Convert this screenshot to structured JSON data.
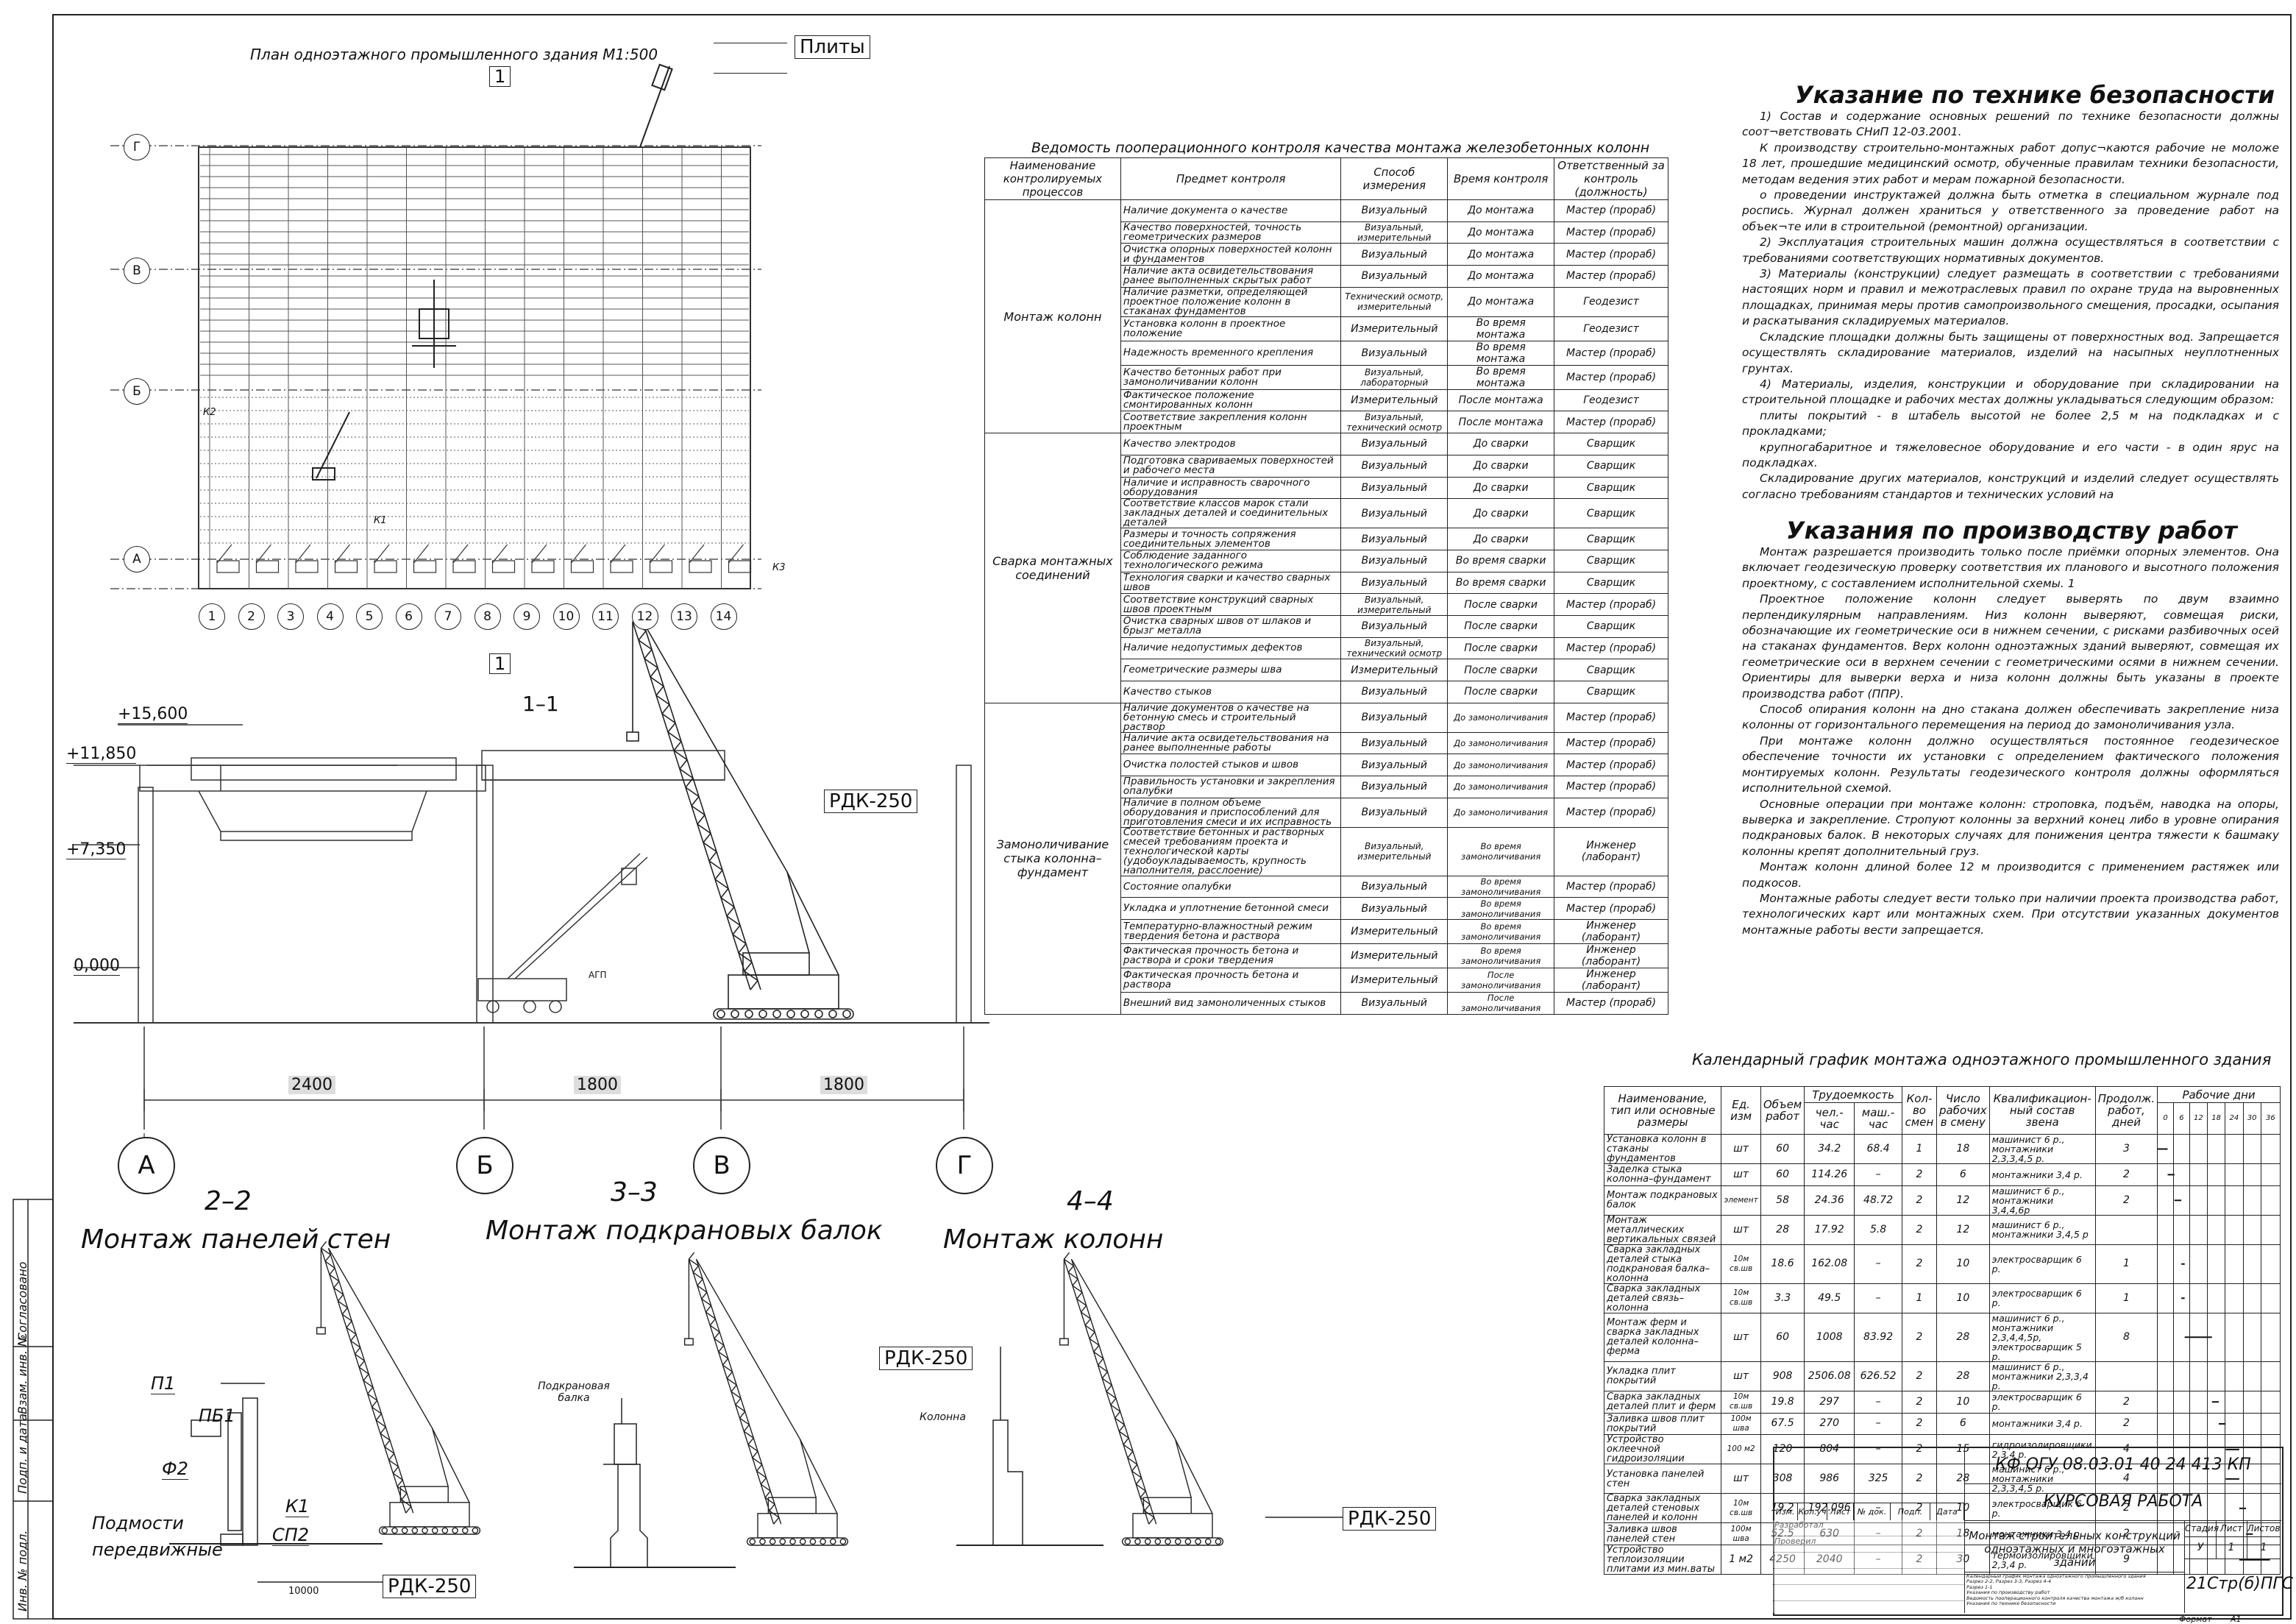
{
  "plan": {
    "title": "План одноэтажного промышленного здания М1:500",
    "section_mark": "1",
    "slabs_label": "Плиты",
    "axes_letters": [
      "Г",
      "В",
      "Б",
      "А"
    ],
    "axes_numbers": [
      "1",
      "2",
      "3",
      "4",
      "5",
      "6",
      "7",
      "8",
      "9",
      "10",
      "11",
      "12",
      "13",
      "14"
    ],
    "marks": {
      "k1": "К1",
      "k2": "К2",
      "k3": "К3"
    }
  },
  "section_1_1": {
    "title": "1–1",
    "elevations": [
      "+15,600",
      "+11,850",
      "+7,350",
      "0,000"
    ],
    "crane_label": "РДК-250",
    "agp_label": "АГП",
    "spans": [
      "2400",
      "1800",
      "1800"
    ],
    "axes": [
      "А",
      "Б",
      "В",
      "Г"
    ]
  },
  "section_2_2": {
    "number": "2–2",
    "title": "Монтаж панелей стен",
    "labels": {
      "p1": "П1",
      "pb1": "ПБ1",
      "f2": "Ф2",
      "scaffold": "Подмости передвижные",
      "k1": "К1",
      "sp2": "СП2",
      "dim": "10000"
    },
    "crane_label": "РДК-250"
  },
  "section_3_3": {
    "number": "3–3",
    "title": "Монтаж подкрановых балок",
    "beam_label": "Подкрановая балка",
    "crane_label": "РДК-250"
  },
  "section_4_4": {
    "number": "4–4",
    "title": "Монтаж колонн",
    "column_label": "Колонна",
    "crane_label": "РДК-250"
  },
  "quality_table": {
    "title": "Ведомость пооперационного контроля качества монтажа железобетонных колонн",
    "headers": [
      "Наименование контролируемых процессов",
      "Предмет контроля",
      "Способ измерения",
      "Время контроля",
      "Ответственный за контроль (должность)"
    ],
    "groups": [
      {
        "process": "Монтаж колонн",
        "rows": [
          [
            "Наличие документа о качестве",
            "Визуальный",
            "До монтажа",
            "Мастер (прораб)"
          ],
          [
            "Качество поверхностей, точность геометрических размеров",
            "Визуальный, измерительный",
            "До монтажа",
            "Мастер (прораб)"
          ],
          [
            "Очистка опорных поверхностей колонн и фундаментов",
            "Визуальный",
            "До монтажа",
            "Мастер (прораб)"
          ],
          [
            "Наличие акта освидетельствования ранее выполненных скрытых работ",
            "Визуальный",
            "До монтажа",
            "Мастер (прораб)"
          ],
          [
            "Наличие разметки, определяющей проектное положение колонн в стаканах фундаментов",
            "Технический осмотр, измерительный",
            "До монтажа",
            "Геодезист"
          ],
          [
            "Установка колонн в проектное положение",
            "Измерительный",
            "Во время монтажа",
            "Геодезист"
          ],
          [
            "Надежность временного крепления",
            "Визуальный",
            "Во время монтажа",
            "Мастер (прораб)"
          ],
          [
            "Качество бетонных работ при замоноличивании колонн",
            "Визуальный, лабораторный",
            "Во время монтажа",
            "Мастер (прораб)"
          ],
          [
            "Фактическое положение смонтированных колонн",
            "Измерительный",
            "После монтажа",
            "Геодезист"
          ],
          [
            "Соответствие закрепления колонн проектным",
            "Визуальный, технический осмотр",
            "После монтажа",
            "Мастер (прораб)"
          ]
        ]
      },
      {
        "process": "Сварка монтажных соединений",
        "rows": [
          [
            "Качество электродов",
            "Визуальный",
            "До сварки",
            "Сварщик"
          ],
          [
            "Подготовка свариваемых поверхностей и рабочего места",
            "Визуальный",
            "До сварки",
            "Сварщик"
          ],
          [
            "Наличие и исправность сварочного оборудования",
            "Визуальный",
            "До сварки",
            "Сварщик"
          ],
          [
            "Соответствие классов марок стали закладных деталей и соединительных деталей",
            "Визуальный",
            "До сварки",
            "Сварщик"
          ],
          [
            "Размеры и точность сопряжения соединительных элементов",
            "Визуальный",
            "До сварки",
            "Сварщик"
          ],
          [
            "Соблюдение заданного технологического режима",
            "Визуальный",
            "Во время сварки",
            "Сварщик"
          ],
          [
            "Технология сварки и качество сварных швов",
            "Визуальный",
            "Во время сварки",
            "Сварщик"
          ],
          [
            "Соответствие конструкций сварных швов проектным",
            "Визуальный, измерительный",
            "После сварки",
            "Мастер (прораб)"
          ],
          [
            "Очистка сварных швов от шлаков и брызг металла",
            "Визуальный",
            "После сварки",
            "Сварщик"
          ],
          [
            "Наличие недопустимых дефектов",
            "Визуальный, технический осмотр",
            "После сварки",
            "Мастер (прораб)"
          ],
          [
            "Геометрические размеры шва",
            "Измерительный",
            "После сварки",
            "Сварщик"
          ],
          [
            "Качество стыков",
            "Визуальный",
            "После сварки",
            "Сварщик"
          ]
        ]
      },
      {
        "process": "Замоноличивание стыка колонна–фундамент",
        "rows": [
          [
            "Наличие документов о качестве на бетонную смесь и строительный раствор",
            "Визуальный",
            "До замоноличивания",
            "Мастер (прораб)"
          ],
          [
            "Наличие акта освидетельствования на ранее выполненные работы",
            "Визуальный",
            "До замоноличивания",
            "Мастер (прораб)"
          ],
          [
            "Очистка полостей стыков и швов",
            "Визуальный",
            "До замоноличивания",
            "Мастер (прораб)"
          ],
          [
            "Правильность установки и закрепления опалубки",
            "Визуальный",
            "До замоноличивания",
            "Мастер (прораб)"
          ],
          [
            "Наличие в полном объеме оборудования и приспособлений для приготовления смеси и их исправность",
            "Визуальный",
            "До замоноличивания",
            "Мастер (прораб)"
          ],
          [
            "Соответствие бетонных и растворных смесей требованиям проекта и технологической карты (удобоукладываемость, крупность наполнителя, расслоение)",
            "Визуальный, измерительный",
            "Во время замоноличивания",
            "Инженер (лаборант)"
          ],
          [
            "Состояние опалубки",
            "Визуальный",
            "Во время замоноличивания",
            "Мастер (прораб)"
          ],
          [
            "Укладка и уплотнение бетонной смеси",
            "Визуальный",
            "Во время замоноличивания",
            "Мастер (прораб)"
          ],
          [
            "Температурно-влажностный режим твердения бетона и раствора",
            "Измерительный",
            "Во время замоноличивания",
            "Инженер (лаборант)"
          ],
          [
            "Фактическая прочность бетона и раствора и сроки твердения",
            "Измерительный",
            "Во время замоноличивания",
            "Инженер (лаборант)"
          ],
          [
            "Фактическая прочность бетона и раствора",
            "Измерительный",
            "После замоноличивания",
            "Инженер (лаборант)"
          ],
          [
            "Внешний вид замоноличенных стыков",
            "Визуальный",
            "После замоноличивания",
            "Мастер (прораб)"
          ]
        ]
      }
    ]
  },
  "safety": {
    "title": "Указание по технике безопасности",
    "paragraphs": [
      "1) Состав и содержание основных решений по технике безопасности должны соот¬ветствовать СНиП 12-03.2001.",
      "К производству строительно-монтажных работ допус¬каются рабочие не моложе 18 лет, прошедшие медицинский осмотр, обученные правилам техники безопасности, методам ведения этих работ и мерам пожарной безопасности.",
      "о проведении инструктажей должна быть отметка в специальном журнале под роспись. Журнал должен храниться у ответственного за проведение работ на объек¬те или в строительной (ремонтной) организации.",
      "2) Эксплуатация строительных машин должна осуществляться в соответствии с требованиями соответствующих нормативных документов.",
      "3) Материалы (конструкции) следует размещать в соответствии с требованиями настоящих норм и правил и межотраслевых правил по охране труда на выровненных площадках, принимая меры против самопроизвольного смещения, просадки, осыпания и раскатывания складируемых материалов.",
      "Складские площадки должны быть защищены от поверхностных вод. Запрещается осуществлять складирование материалов, изделий на насыпных неуплотненных грунтах.",
      "4) Материалы, изделия, конструкции и оборудование при складировании на строительной площадке и рабочих местах должны укладываться следующим образом:",
      "плиты покрытий - в штабель высотой не более 2,5 м на подкладках и с прокладками;",
      "крупногабаритное и тяжеловесное оборудование и его части - в один ярус на подкладках.",
      "Складирование других материалов, конструкций и изделий следует осуществлять согласно требованиям стандартов и технических условий на"
    ]
  },
  "production": {
    "title": "Указания по производству работ",
    "paragraphs": [
      "Монтаж разрешается производить только после приёмки опорных элементов. Она включает геодезическую проверку соответствия их планового и высотного положения проектному, с составлением исполнительной схемы. 1",
      "Проектное положение колонн следует выверять по двум взаимно перпендикулярным направлениям. Низ колонн выверяют, совмещая риски, обозначающие их геометрические оси в нижнем сечении, с рисками разбивочных осей на стаканах фундаментов. Верх колонн одноэтажных зданий выверяют, совмещая их геометрические оси в верхнем сечении с геометрическими осями в нижнем сечении. Ориентиры для выверки верха и низа колонн должны быть указаны в проекте производства работ (ППР).",
      "Способ опирания колонн на дно стакана должен обеспечивать закрепление низа колонны от горизонтального перемещения на период до замоноличивания узла.",
      "При монтаже колонн должно осуществляться постоянное геодезическое обеспечение точности их установки с определением фактического положения монтируемых колонн. Результаты геодезического контроля должны оформляться исполнительной схемой.",
      "Основные операции при монтаже колонн: строповка, подъём, наводка на опоры, выверка и закрепление. Стропуют колонны за верхний конец либо в уровне опирания подкрановых балок. В некоторых случаях для понижения центра тяжести к башмаку колонны крепят дополнительный груз.",
      "Монтаж колонн длиной более 12 м производится с применением растяжек или подкосов.",
      "Монтажные работы следует вести только при наличии проекта производства работ, технологических карт или монтажных схем. При отсутствии указанных документов монтажные работы вести запрещается."
    ]
  },
  "schedule": {
    "title": "Календарный график монтажа одноэтажного промышленного здания",
    "headers": {
      "name": "Наименование, тип или основные размеры",
      "unit": "Ед. изм",
      "volume": "Объем работ",
      "labor": "Трудоемкость",
      "labor_man": "чел.-час",
      "labor_mach": "маш.-час",
      "shifts": "Кол-во смен",
      "workers": "Число рабочих в смену",
      "crew": "Квалификацион-ный состав звена",
      "days": "Продолж. работ, дней",
      "calendar": "Рабочие дни",
      "ticks": [
        "0",
        "6",
        "12",
        "18",
        "24",
        "30",
        "36"
      ]
    },
    "rows": [
      {
        "name": "Установка колонн в стаканы фундаментов",
        "unit": "шт",
        "vol": "60",
        "man": "34.2",
        "mach": "68.4",
        "shifts": "1",
        "workers": "18",
        "crew": "машинист 6 р., монтажники 2,3,3,4,5 р.",
        "days": "3",
        "bar": [
          0,
          3
        ]
      },
      {
        "name": "Заделка стыка колонна–фундамент",
        "unit": "шт",
        "vol": "60",
        "man": "114.26",
        "mach": "–",
        "shifts": "2",
        "workers": "6",
        "crew": "монтажники 3,4 р.",
        "days": "2",
        "bar": [
          3,
          5
        ]
      },
      {
        "name": "Монтаж подкрановых балок",
        "unit": "элемент",
        "vol": "58",
        "man": "24.36",
        "mach": "48.72",
        "shifts": "2",
        "workers": "12",
        "crew": "машинист 6 р., монтажники 3,4,4,6р",
        "days": "2",
        "bar": [
          5,
          7
        ]
      },
      {
        "name": "Монтаж металлических вертикальных связей",
        "unit": "шт",
        "vol": "28",
        "man": "17.92",
        "mach": "5.8",
        "shifts": "2",
        "workers": "12",
        "crew": "машинист 6 р., монтажники 3,4,5 р",
        "days": "",
        "bar": null
      },
      {
        "name": "Сварка закладных деталей стыка подкрановая балка–колонна",
        "unit": "10м св.шв",
        "vol": "18.6",
        "man": "162.08",
        "mach": "–",
        "shifts": "2",
        "workers": "10",
        "crew": "электросварщик 6 р.",
        "days": "1",
        "bar": [
          7,
          8
        ]
      },
      {
        "name": "Сварка закладных деталей связь–колонна",
        "unit": "10м св.шв",
        "vol": "3.3",
        "man": "49.5",
        "mach": "–",
        "shifts": "1",
        "workers": "10",
        "crew": "электросварщик 6 р.",
        "days": "1",
        "bar": [
          7,
          8
        ]
      },
      {
        "name": "Монтаж ферм и сварка закладных деталей колонна–ферма",
        "unit": "шт",
        "vol": "60",
        "man": "1008",
        "mach": "83.92",
        "shifts": "2",
        "workers": "28",
        "crew": "машинист 6 р., монтажники 2,3,4,4,5р, электросварщик 5 р.",
        "days": "8",
        "bar": [
          8,
          16
        ]
      },
      {
        "name": "Укладка плит покрытий",
        "unit": "шт",
        "vol": "908",
        "man": "2506.08",
        "mach": "626.52",
        "shifts": "2",
        "workers": "28",
        "crew": "машинист 6 р., монтажники 2,3,3,4 р.",
        "days": "",
        "bar": null
      },
      {
        "name": "Сварка закладных деталей плит и ферм",
        "unit": "10м св.шв",
        "vol": "19.8",
        "man": "297",
        "mach": "–",
        "shifts": "2",
        "workers": "10",
        "crew": "электросварщик 6 р.",
        "days": "2",
        "bar": [
          16,
          18
        ]
      },
      {
        "name": "Заливка швов плит покрытий",
        "unit": "100м шва",
        "vol": "67.5",
        "man": "270",
        "mach": "–",
        "shifts": "2",
        "workers": "6",
        "crew": "монтажники 3,4 р.",
        "days": "2",
        "bar": [
          18,
          20
        ]
      },
      {
        "name": "Устройство оклеечной гидроизоляции",
        "unit": "100 м2",
        "vol": "120",
        "man": "804",
        "mach": "–",
        "shifts": "2",
        "workers": "15",
        "crew": "гидроизолировщики 2,3,4 р.",
        "days": "4",
        "bar": [
          20,
          24
        ]
      },
      {
        "name": "Установка панелей стен",
        "unit": "шт",
        "vol": "308",
        "man": "986",
        "mach": "325",
        "shifts": "2",
        "workers": "28",
        "crew": "машинист 6 р., монтажники 2,3,3,4,5 р.",
        "days": "4",
        "bar": [
          20,
          24
        ]
      },
      {
        "name": "Сварка закладных деталей стеновых панелей и колонн",
        "unit": "10м св.шв",
        "vol": "19.2",
        "man": "192.096",
        "mach": "–",
        "shifts": "2",
        "workers": "10",
        "crew": "электросварщик 6 р.",
        "days": "2",
        "bar": [
          24,
          26
        ]
      },
      {
        "name": "Заливка швов панелей стен",
        "unit": "100м шва",
        "vol": "52.5",
        "man": "630",
        "mach": "–",
        "shifts": "2",
        "workers": "18",
        "crew": "монтажники 3,4 р.",
        "days": "2",
        "bar": [
          26,
          28
        ]
      },
      {
        "name": "Устройство теплоизоляции плитами из мин.ваты",
        "unit": "1 м2",
        "vol": "4250",
        "man": "2040",
        "mach": "–",
        "shifts": "2",
        "workers": "30",
        "crew": "термоизолировщики 2,3,4 р.",
        "days": "9",
        "bar": [
          24,
          33
        ]
      }
    ]
  },
  "title_block": {
    "code": "КФ ОГУ 08.03.01 40 24 413 КП",
    "work": "КУРСОВАЯ РАБОТА",
    "subject": "Монтаж строительных конструкций одноэтажных и многоэтажных зданий",
    "cols": [
      "Изм.",
      "Кол.уч",
      "Лист",
      "№ док.",
      "Подп.",
      "Дата"
    ],
    "developed": "Разработал",
    "checked": "Проверил",
    "stage_h": "Стадия",
    "sheet_h": "Лист",
    "sheets_h": "Листов",
    "stage": "У",
    "sheet": "1",
    "sheets": "1",
    "group": "21Стр(б)ПГС",
    "format_label": "Формат",
    "format": "А1",
    "contents": [
      "Календарный график монтажа одноэтажного промышленного здания",
      "Разрез 2-2, Разрез 3-3, Разрез 4-4",
      "Разрез 1-1",
      "Указания по производству работ",
      "Ведомость пооперационного контроля качества монтажа ж/б колонн",
      "Указания по технике безопасности"
    ]
  },
  "side_stamp": [
    "Инв. № подл.",
    "Подп. и дата",
    "Взам. инв. №",
    "Согласовано"
  ]
}
